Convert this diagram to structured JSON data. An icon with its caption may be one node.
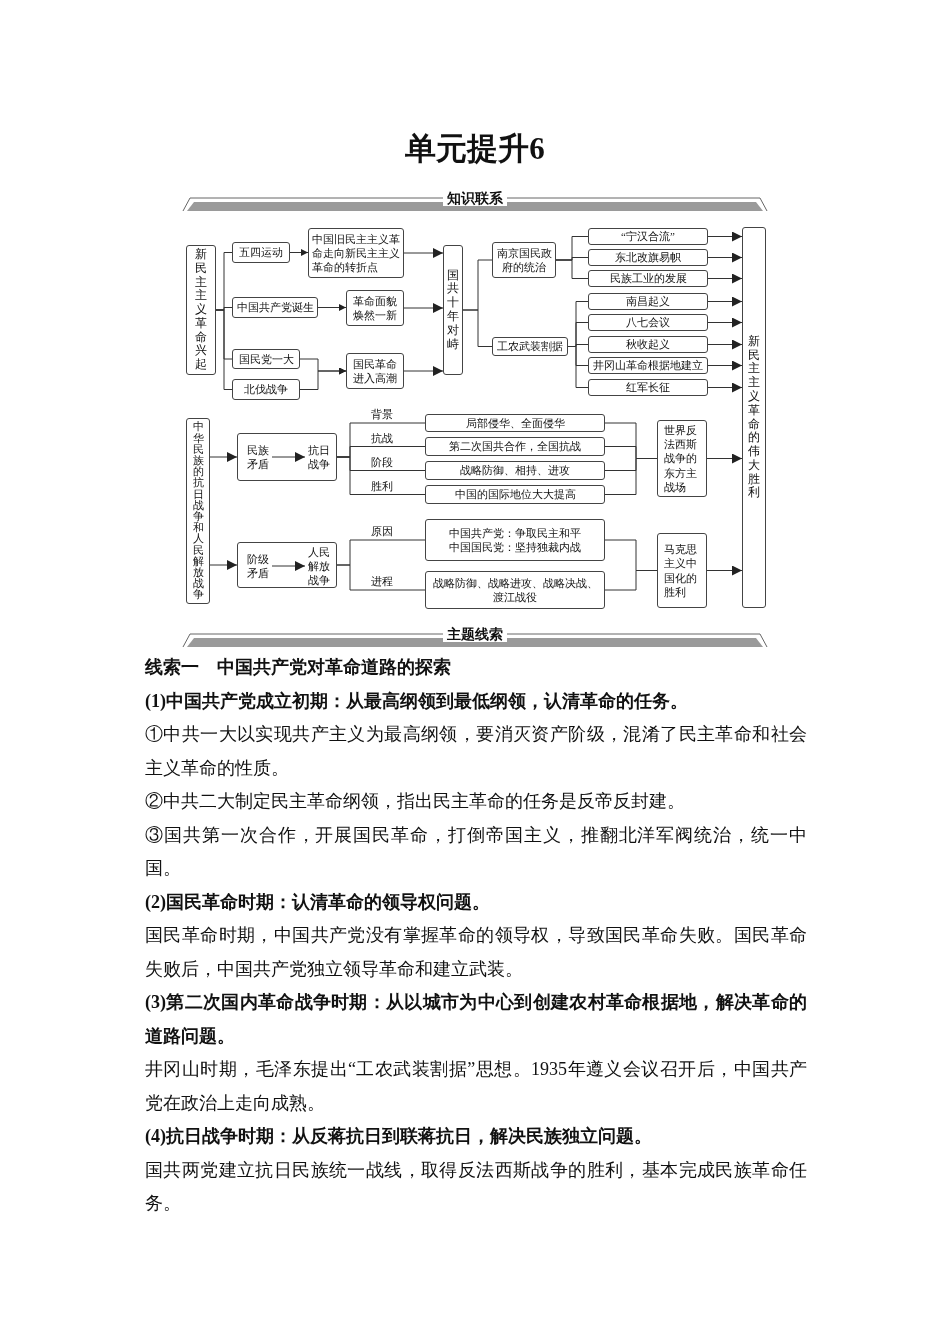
{
  "diagram": {
    "title": "单元提升6",
    "nodes": [
      {
        "text": [
          "新民主主义革命兴起"
        ]
      },
      {
        "text": [
          "五四运动"
        ]
      },
      {
        "text": [
          "中国旧民主主义革命走向新民主主义革命的转折点"
        ]
      },
      {
        "text": [
          "中国共产党诞生"
        ]
      },
      {
        "text": [
          "革命面貌焕然一新"
        ]
      },
      {
        "text": [
          "国民党一大"
        ]
      },
      {
        "text": [
          "北伐战争"
        ]
      },
      {
        "text": [
          "国民革命进入高潮"
        ]
      },
      {
        "text": [
          "国共十年对峙"
        ]
      },
      {
        "text": [
          "南京国民政府的统治"
        ]
      },
      {
        "text": [
          "工农武装割据"
        ]
      },
      {
        "text": [
          "“宁汉合流”"
        ]
      },
      {
        "text": [
          "东北改旗易帜"
        ]
      },
      {
        "text": [
          "民族工业的发展"
        ]
      },
      {
        "text": [
          "南昌起义"
        ]
      },
      {
        "text": [
          "八七会议"
        ]
      },
      {
        "text": [
          "秋收起义"
        ]
      },
      {
        "text": [
          "井冈山革命根据地建立"
        ]
      },
      {
        "text": [
          "红军长征"
        ]
      },
      {
        "text": [
          "新民主主义革命的伟大胜利"
        ]
      },
      {
        "text": [
          "中华民族的抗日战争和人民解放战争"
        ]
      },
      {
        "text": [],
        "shape": "box"
      },
      {
        "text": [
          "民族矛盾"
        ],
        "in": 21
      },
      {
        "text": [
          "抗日战争"
        ],
        "in": 21
      },
      {
        "text": [
          "局部侵华、全面侵华"
        ]
      },
      {
        "text": [
          "第二次国共合作，全国抗战"
        ]
      },
      {
        "text": [
          "战略防御、相持、进攻"
        ]
      },
      {
        "text": [
          "中国的国际地位大大提高"
        ]
      },
      {
        "text": [
          "世界反法西斯战争的东方主战场"
        ]
      },
      {
        "text": [],
        "shape": "box"
      },
      {
        "text": [
          "阶级矛盾"
        ],
        "in": 29
      },
      {
        "text": [
          "人民解放战争"
        ],
        "in": 29
      },
      {
        "text": [
          "中国共产党：争取民主和平",
          "中国国民党：坚持独裁内战"
        ]
      },
      {
        "text": [
          "战略防御、战略进攻、战略决战、渡江战役"
        ]
      },
      {
        "text": [
          "马克思主义中国化的胜利"
        ]
      }
    ],
    "edges": [
      {
        "from": 0,
        "to": 1,
        "arrow": "none"
      },
      {
        "from": 0,
        "to": 3,
        "arrow": "none"
      },
      {
        "from": 0,
        "to": 5,
        "arrow": "none"
      },
      {
        "from": 0,
        "to": 6,
        "arrow": "none"
      },
      {
        "from": 1,
        "to": 2,
        "arrow": "to"
      },
      {
        "from": 3,
        "to": 4,
        "arrow": "to"
      },
      {
        "from": 5,
        "to": 7,
        "arrow": "to"
      },
      {
        "from": 6,
        "to": 7,
        "arrow": "to"
      },
      {
        "from": 2,
        "to": 8,
        "arrow": "to"
      },
      {
        "from": 4,
        "to": 8,
        "arrow": "to"
      },
      {
        "from": 7,
        "to": 8,
        "arrow": "to"
      },
      {
        "from": 8,
        "to": 9,
        "arrow": "none"
      },
      {
        "from": 8,
        "to": 10,
        "arrow": "none"
      },
      {
        "from": 9,
        "to": 11,
        "arrow": "none"
      },
      {
        "from": 9,
        "to": 12,
        "arrow": "none"
      },
      {
        "from": 9,
        "to": 13,
        "arrow": "none"
      },
      {
        "from": 10,
        "to": 14,
        "arrow": "none"
      },
      {
        "from": 10,
        "to": 15,
        "arrow": "none"
      },
      {
        "from": 10,
        "to": 16,
        "arrow": "none"
      },
      {
        "from": 10,
        "to": 17,
        "arrow": "none"
      },
      {
        "from": 10,
        "to": 18,
        "arrow": "none"
      },
      {
        "from": 11,
        "to": 19,
        "arrow": "to"
      },
      {
        "from": 12,
        "to": 19,
        "arrow": "to"
      },
      {
        "from": 13,
        "to": 19,
        "arrow": "to"
      },
      {
        "from": 14,
        "to": 19,
        "arrow": "to"
      },
      {
        "from": 15,
        "to": 19,
        "arrow": "to"
      },
      {
        "from": 16,
        "to": 19,
        "arrow": "to"
      },
      {
        "from": 17,
        "to": 19,
        "arrow": "to"
      },
      {
        "from": 18,
        "to": 19,
        "arrow": "to"
      },
      {
        "from": 28,
        "to": 19,
        "arrow": "to"
      },
      {
        "from": 34,
        "to": 19,
        "arrow": "to"
      },
      {
        "from": 20,
        "to": 21,
        "arrow": "to"
      },
      {
        "from": 20,
        "to": 29,
        "arrow": "to"
      },
      {
        "from": 22,
        "to": 23,
        "arrow": "to"
      },
      {
        "from": 30,
        "to": 31,
        "arrow": "to"
      },
      {
        "from": 21,
        "to": 24,
        "arrow": "none",
        "label": "背景"
      },
      {
        "from": 21,
        "to": 25,
        "arrow": "none",
        "label": "抗战"
      },
      {
        "from": 21,
        "to": 26,
        "arrow": "none",
        "label": "阶段"
      },
      {
        "from": 21,
        "to": 27,
        "arrow": "none",
        "label": "胜利"
      },
      {
        "from": 24,
        "to": 28,
        "arrow": "none"
      },
      {
        "from": 25,
        "to": 28,
        "arrow": "none"
      },
      {
        "from": 26,
        "to": 28,
        "arrow": "none"
      },
      {
        "from": 27,
        "to": 28,
        "arrow": "none"
      },
      {
        "from": 29,
        "to": 32,
        "arrow": "none",
        "label": "原因"
      },
      {
        "from": 29,
        "to": 33,
        "arrow": "none",
        "label": "进程"
      },
      {
        "from": 32,
        "to": 34,
        "arrow": "none"
      },
      {
        "from": 33,
        "to": 34,
        "arrow": "none"
      }
    ],
    "labels": [
      "知识联系",
      "主题线索",
      "线索一　中国共产党对革命道路的探索",
      "(1)中国共产党成立初期：从最高纲领到最低纲领，认清革命的任务。",
      "①中共一大以实现共产主义为最高纲领，要消灭资产阶级，混淆了民主革命和社会主义革命的性质。",
      "②中共二大制定民主革命纲领，指出民主革命的任务是反帝反封建。",
      "③国共第一次合作，开展国民革命，打倒帝国主义，推翻北洋军阀统治，统一中国。",
      "(2)国民革命时期：认清革命的领导权问题。",
      "国民革命时期，中国共产党没有掌握革命的领导权，导致国民革命失败。国民革命失败后，中国共产党独立领导革命和建立武装。",
      "(3)第二次国内革命战争时期：从以城市为中心到创建农村革命根据地，解决革命的道路问题。",
      "井冈山时期，毛泽东提出“工农武装割据”思想。1935年遵义会议召开后，中国共产党在政治上走向成熟。",
      "(4)抗日战争时期：从反蒋抗日到联蒋抗日，解决民族独立问题。",
      "国共两党建立抗日民族统一战线，取得反法西斯战争的胜利，基本完成民族革命任务。"
    ]
  }
}
